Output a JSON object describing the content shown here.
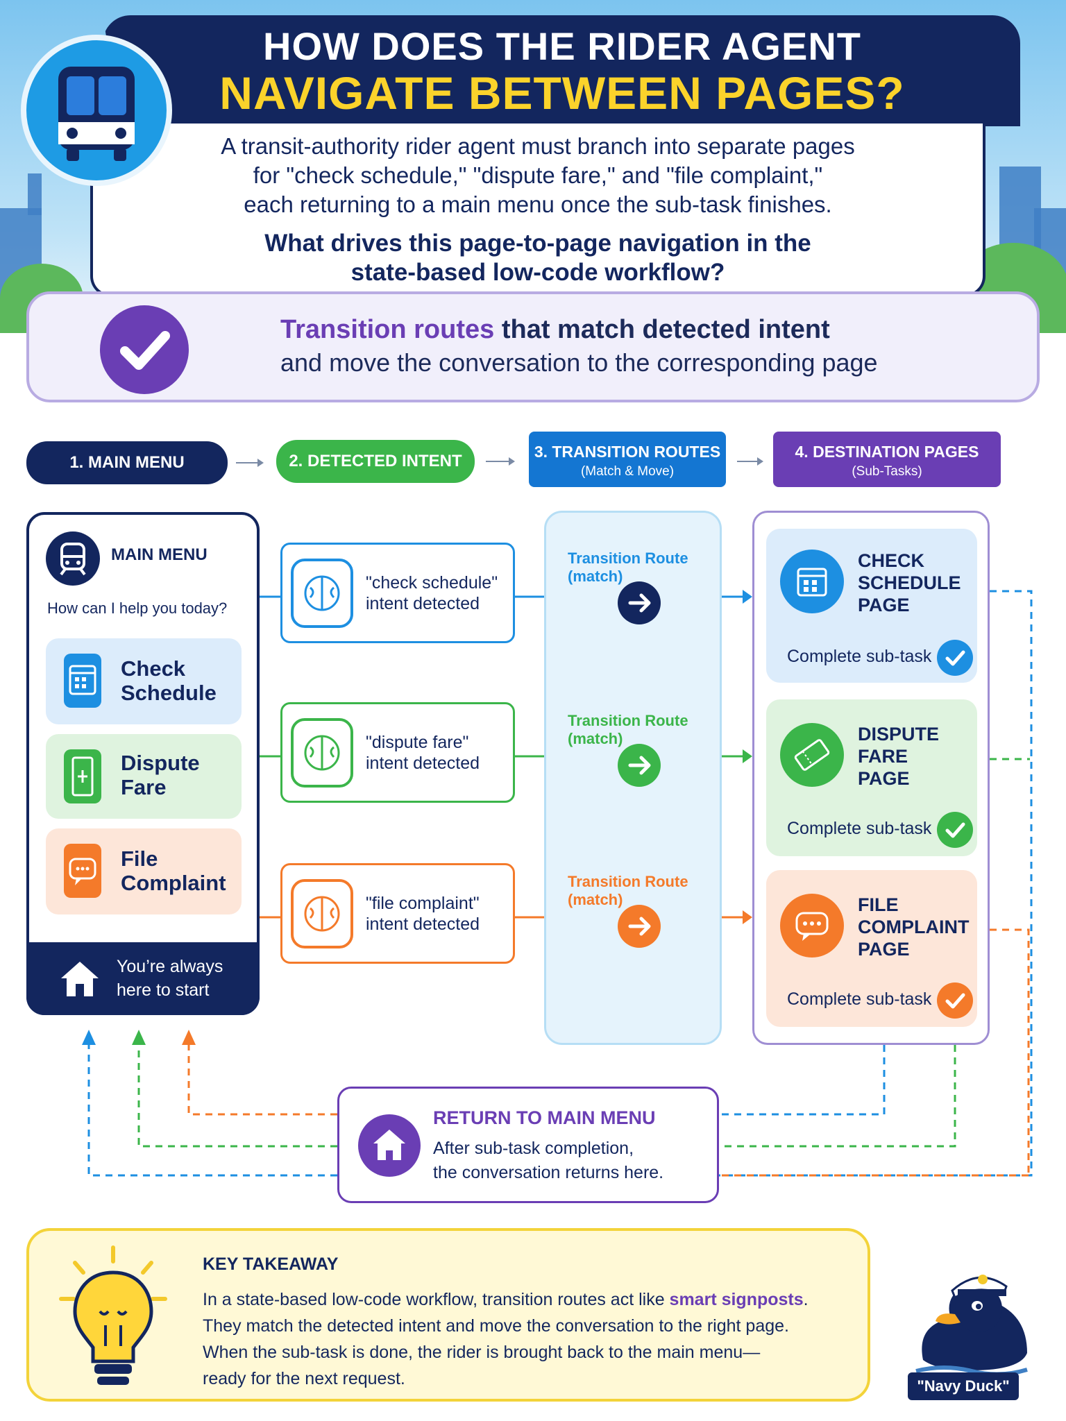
{
  "header": {
    "title_line1": "HOW DOES THE RIDER AGENT",
    "title_line2": "NAVIGATE BETWEEN PAGES?",
    "question_line1": "A transit-authority rider agent must branch into separate pages",
    "question_line2": "for \"check schedule,\" \"dispute fare,\" and \"file complaint,\"",
    "question_line3": "each returning to a main menu once the sub-task finishes.",
    "question_bold_line1": "What drives this page-to-page navigation in the",
    "question_bold_line2": "state-based low-code workflow?"
  },
  "answer": {
    "highlight": "Transition routes",
    "line1_rest": " that match detected intent",
    "line2": "and move the conversation to the corresponding page"
  },
  "stages": [
    {
      "label": "1. MAIN MENU",
      "sub": ""
    },
    {
      "label": "2. DETECTED INTENT",
      "sub": ""
    },
    {
      "label": "3. TRANSITION ROUTES",
      "sub": "(Match & Move)"
    },
    {
      "label": "4. DESTINATION PAGES",
      "sub": "(Sub-Tasks)"
    }
  ],
  "main_menu": {
    "title": "MAIN MENU",
    "prompt": "How can I help you today?",
    "items": [
      {
        "line1": "Check",
        "line2": "Schedule"
      },
      {
        "line1": "Dispute",
        "line2": "Fare"
      },
      {
        "line1": "File",
        "line2": "Complaint"
      }
    ],
    "footer_line1": "You’re always",
    "footer_line2": "here to start"
  },
  "intents": [
    {
      "line1": "\"check schedule\"",
      "line2": "intent detected"
    },
    {
      "line1": "\"dispute fare\"",
      "line2": "intent detected"
    },
    {
      "line1": "\"file complaint\"",
      "line2": "intent detected"
    }
  ],
  "routes": [
    {
      "line1": "Transition Route",
      "line2": "(match)"
    },
    {
      "line1": "Transition Route",
      "line2": "(match)"
    },
    {
      "line1": "Transition Route",
      "line2": "(match)"
    }
  ],
  "destinations": [
    {
      "line1": "CHECK",
      "line2": "SCHEDULE",
      "line3": "PAGE",
      "done": "Complete sub-task"
    },
    {
      "line1": "DISPUTE",
      "line2": "FARE",
      "line3": "PAGE",
      "done": "Complete sub-task"
    },
    {
      "line1": "FILE",
      "line2": "COMPLAINT",
      "line3": "PAGE",
      "done": "Complete sub-task"
    }
  ],
  "return_box": {
    "title": "RETURN TO MAIN MENU",
    "line1": "After sub-task completion,",
    "line2": "the conversation returns here."
  },
  "takeaway": {
    "title": "KEY TAKEAWAY",
    "line1_start": "In a state-based low-code workflow, transition routes act like ",
    "line1_highlight": "smart signposts",
    "line1_end": ".",
    "line2": "They match the detected intent and move the conversation to the right page.",
    "line3": "When the sub-task is done, the rider is brought back to the main menu—",
    "line4": "ready for the next request."
  },
  "mascot": {
    "label": "\"Navy Duck\""
  },
  "colors": {
    "navy": "#13265e",
    "yellow": "#fbd32b",
    "purple": "#6a3eb4",
    "blue": "#1d8fe1",
    "green": "#3bb54a",
    "orange": "#f47a2a"
  }
}
